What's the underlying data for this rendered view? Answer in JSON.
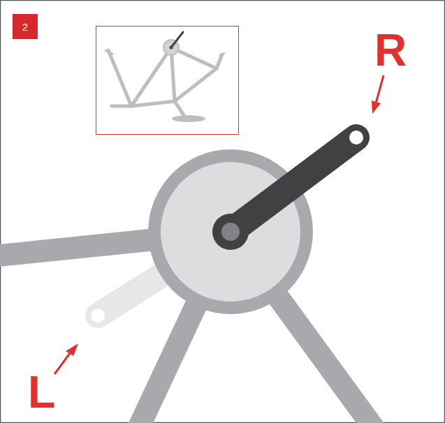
{
  "diagram": {
    "nodes": [
      {
        "text": [
          "2"
        ]
      }
    ],
    "labels": [
      "R",
      "L"
    ]
  }
}
